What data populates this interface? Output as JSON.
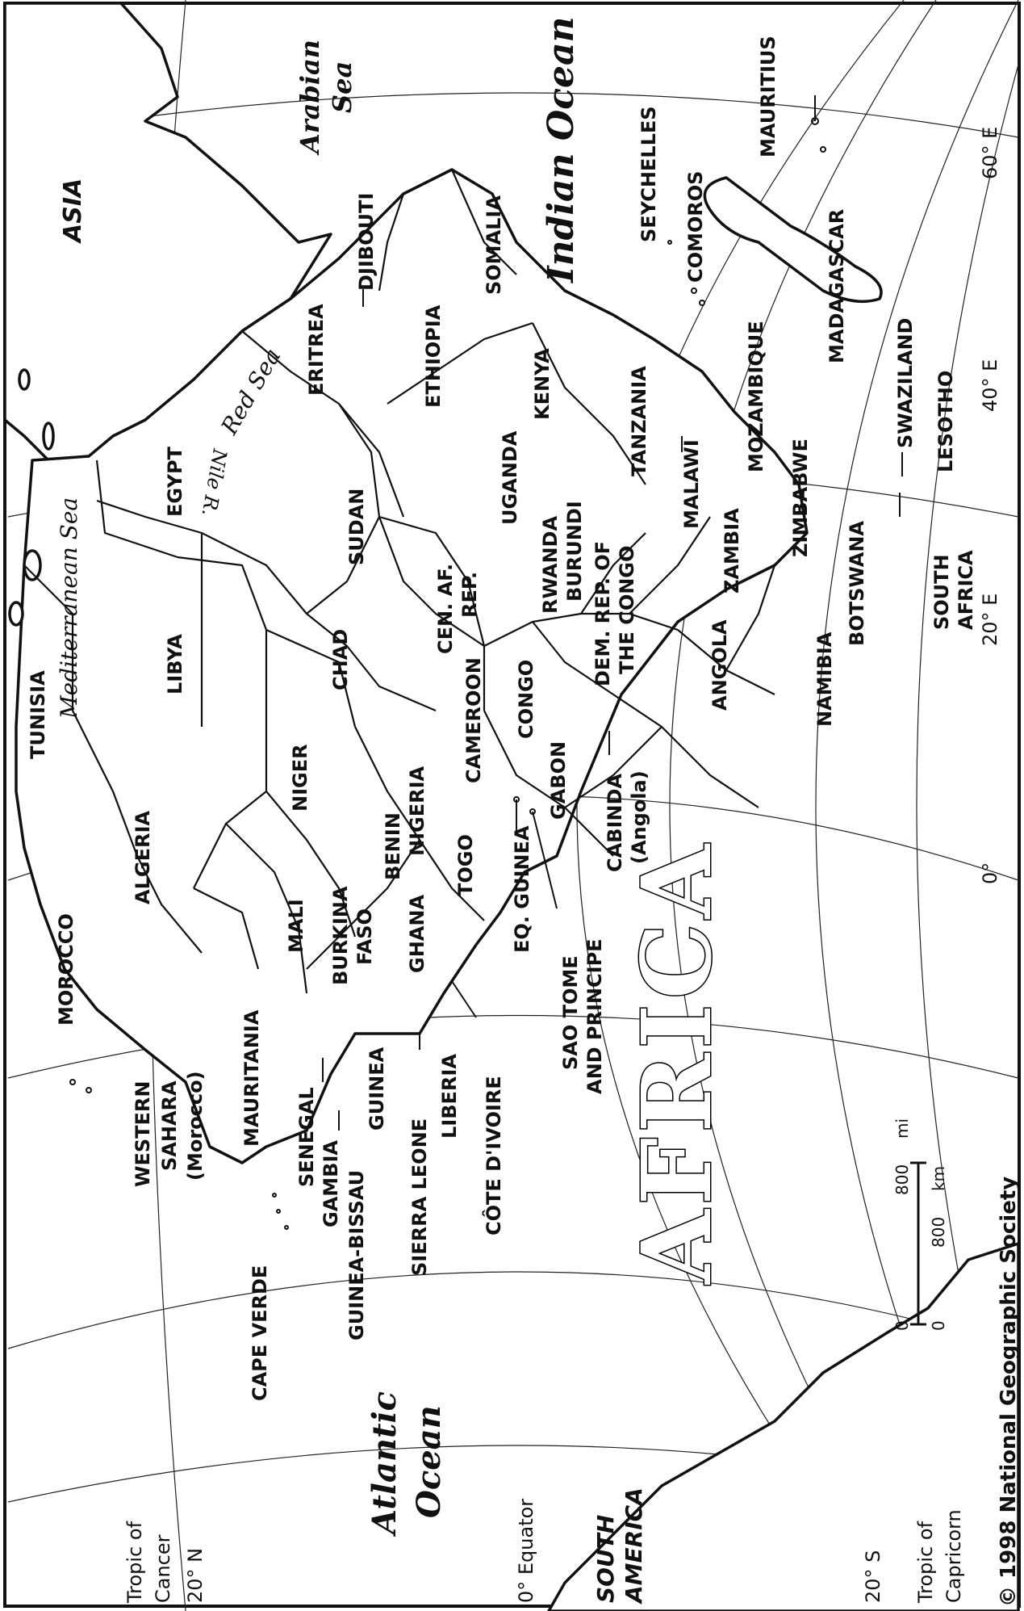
{
  "title": "AFRICA",
  "credit": "© 1998 National Geographic Society",
  "scale": {
    "mi_zero": "0",
    "mi_value": "800",
    "mi_unit": "mi",
    "km_zero": "0",
    "km_value": "800",
    "km_unit": "km"
  },
  "grid": {
    "lon_0": "0°",
    "lon_20": "20° E",
    "lon_40": "40° E",
    "lon_60": "60° E",
    "lat_20n": "20° N",
    "lat_20s": "20° S",
    "tropic_cancer_1": "Tropic of",
    "tropic_cancer_2": "Cancer",
    "tropic_capricorn_1": "Tropic of",
    "tropic_capricorn_2": "Capricorn",
    "equator": "0° Equator"
  },
  "oceans": {
    "atlantic_1": "Atlantic",
    "atlantic_2": "Ocean",
    "indian": "Indian Ocean",
    "arabian_1": "Arabian",
    "arabian_2": "Sea",
    "mediterranean": "Mediterranean Sea",
    "red_sea": "Red Sea",
    "nile": "Nile R."
  },
  "continents": {
    "asia": "ASIA",
    "south_america_1": "SOUTH",
    "south_america_2": "AMERICA"
  },
  "countries": {
    "morocco": "MOROCCO",
    "western_sahara_1": "WESTERN",
    "western_sahara_2": "SAHARA",
    "western_sahara_3": "(Morocco)",
    "algeria": "ALGERIA",
    "tunisia": "TUNISIA",
    "libya": "LIBYA",
    "egypt": "EGYPT",
    "mauritania": "MAURITANIA",
    "mali": "MALI",
    "niger": "NIGER",
    "chad": "CHAD",
    "sudan": "SUDAN",
    "eritrea": "ERITREA",
    "djibouti": "DJIBOUTI",
    "ethiopia": "ETHIOPIA",
    "somalia": "SOMALIA",
    "senegal": "SENEGAL",
    "gambia": "GAMBIA",
    "guinea_bissau": "GUINEA-BISSAU",
    "guinea": "GUINEA",
    "sierra_leone": "SIERRA LEONE",
    "liberia": "LIBERIA",
    "cote_divoire": "CÔTE D'IVOIRE",
    "burkina_1": "BURKINA",
    "burkina_2": "FASO",
    "ghana": "GHANA",
    "togo": "TOGO",
    "benin": "BENIN",
    "nigeria": "NIGERIA",
    "cameroon": "CAMEROON",
    "cen_af_1": "CEN. AF.",
    "cen_af_2": "REP.",
    "eq_guinea": "EQ. GUINEA",
    "sao_tome_1": "SAO TOME",
    "sao_tome_2": "AND PRINCIPE",
    "gabon": "GABON",
    "congo": "CONGO",
    "cabinda_1": "CABINDA",
    "cabinda_2": "(Angola)",
    "drc_1": "DEM. REP. OF",
    "drc_2": "THE CONGO",
    "uganda": "UGANDA",
    "kenya": "KENYA",
    "rwanda": "RWANDA",
    "burundi": "BURUNDI",
    "tanzania": "TANZANIA",
    "angola": "ANGOLA",
    "zambia": "ZAMBIA",
    "malawi": "MALAWI",
    "mozambique": "MOZAMBIQUE",
    "zimbabwe": "ZIMBABWE",
    "namibia": "NAMIBIA",
    "botswana": "BOTSWANA",
    "south_africa_1": "SOUTH",
    "south_africa_2": "AFRICA",
    "swaziland": "SWAZILAND",
    "lesotho": "LESOTHO",
    "madagascar": "MADAGASCAR",
    "comoros": "COMOROS",
    "seychelles": "SEYCHELLES",
    "mauritius": "MAURITIUS",
    "cape_verde": "CAPE VERDE"
  }
}
